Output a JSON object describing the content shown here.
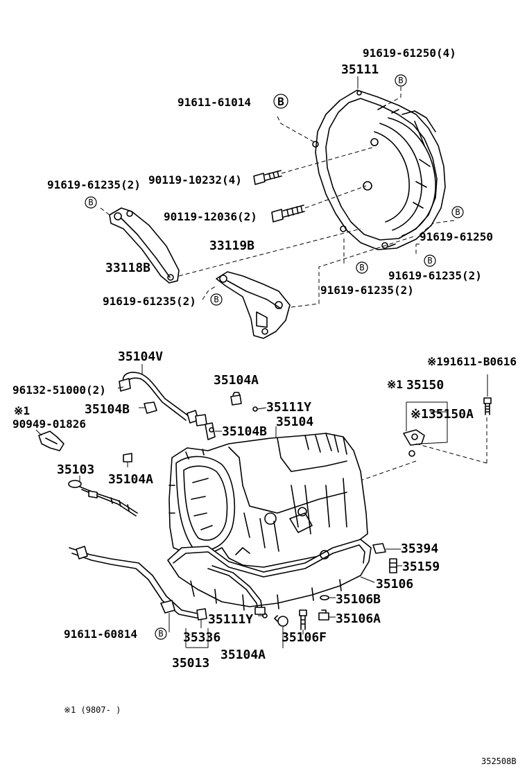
{
  "labels": {
    "p35111": "35111",
    "p91619_61250_4": "91619-61250(4)",
    "p91611_61014": "91611-61014",
    "p90119_10232_4": "90119-10232(4)",
    "p91619_61235_2_a": "91619-61235(2)",
    "p90119_12036_2": "90119-12036(2)",
    "p91619_61250": "91619-61250",
    "p33119B": "33119B",
    "p33118B": "33118B",
    "p91619_61235_2_b": "91619-61235(2)",
    "p91619_61235_2_c": "91619-61235(2)",
    "p91619_61235_2_d": "91619-61235(2)",
    "p35104V": "35104V",
    "p91611_B0616": "※191611-B0616",
    "p96132_51000_2": "96132-51000(2)",
    "p35104A_a": "35104A",
    "p35150": "35150",
    "p35150_prefix": "※1",
    "p35104B_a": "35104B",
    "p35111Y_a": "35111Y",
    "p35150A": "※135150A",
    "x1_note": "※1",
    "p90949_01826": "90949-01826",
    "p35104B_b": "35104B",
    "p35104": "35104",
    "p35103": "35103",
    "p35104A_b": "35104A",
    "p35394": "35394",
    "p35159": "35159",
    "p35106": "35106",
    "p35106B": "35106B",
    "p35111Y_b": "35111Y",
    "p35106A": "35106A",
    "p91611_60814": "91611-60814",
    "p35336": "35336",
    "p35106F": "35106F",
    "p35104A_c": "35104A",
    "p35013": "35013"
  },
  "bolt_marker": "B",
  "footnote": "※1 (9807-     )",
  "figure_number": "352508B"
}
